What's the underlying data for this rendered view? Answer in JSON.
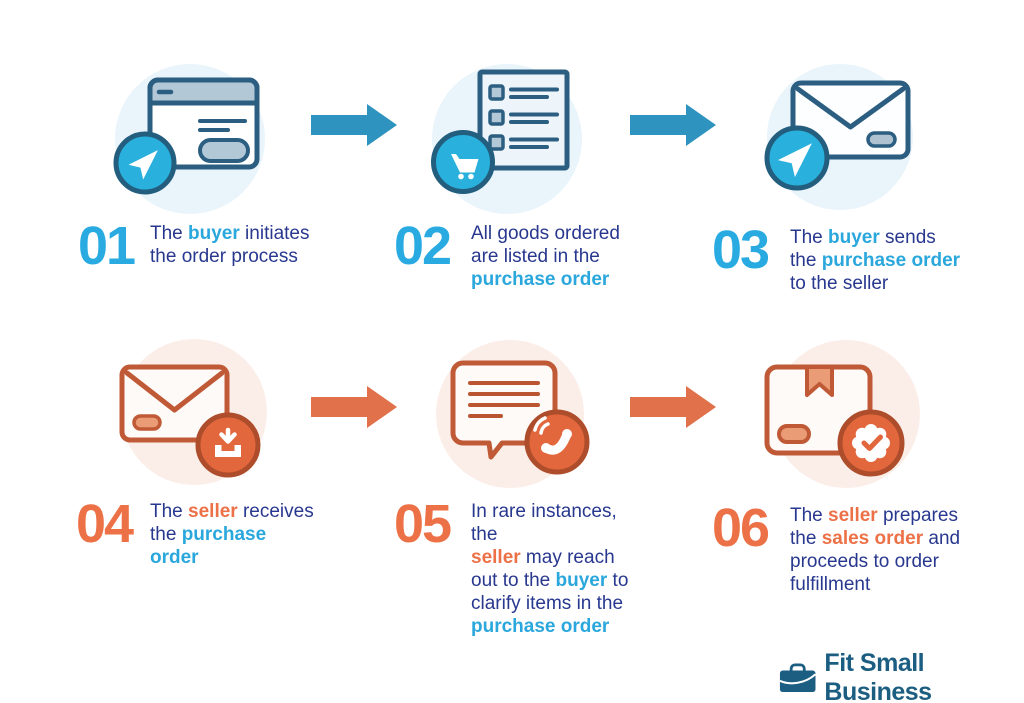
{
  "infographic": {
    "topic": "Purchase order process",
    "colors": {
      "background": "#ffffff",
      "navy_text": "#28388F",
      "blue_highlight": "#2AA7DC",
      "blue_number": "#29ABE2",
      "orange_highlight": "#ED7147",
      "arrow_blue": "#2E93BF",
      "arrow_orange": "#E0714B",
      "teal_circle": "#29B0DD",
      "teal_circle_border": "#235E7E",
      "blue_icon_stroke": "#2B5E80",
      "blue_icon_light_fill": "#B3C8D6",
      "blue_bg_circle": "#E9F4FB",
      "orange_icon_stroke": "#C05A36",
      "orange_icon_light_fill": "#E99C76",
      "orange_circle": "#E2673D",
      "orange_circle_border": "#AE4D2B",
      "orange_bg_circle": "#FBEEE8",
      "brand_color": "#1C5E82"
    },
    "steps": [
      {
        "number": "01",
        "theme": "blue",
        "icon": "browser-click-icon",
        "segments": [
          {
            "t": "The ",
            "s": "navy"
          },
          {
            "t": "buyer",
            "s": "blue"
          },
          {
            "t": " initiates",
            "s": "navy"
          },
          {
            "br": true
          },
          {
            "t": "the order process",
            "s": "navy"
          }
        ]
      },
      {
        "number": "02",
        "theme": "blue",
        "icon": "order-list-cart-icon",
        "segments": [
          {
            "t": "All goods ordered",
            "s": "navy"
          },
          {
            "br": true
          },
          {
            "t": "are listed in the",
            "s": "navy"
          },
          {
            "br": true
          },
          {
            "t": "purchase order",
            "s": "blue"
          }
        ]
      },
      {
        "number": "03",
        "theme": "blue",
        "icon": "send-email-icon",
        "segments": [
          {
            "t": "The ",
            "s": "navy"
          },
          {
            "t": "buyer",
            "s": "blue"
          },
          {
            "t": " sends",
            "s": "navy"
          },
          {
            "br": true
          },
          {
            "t": "the ",
            "s": "navy"
          },
          {
            "t": "purchase order",
            "s": "blue"
          },
          {
            "br": true
          },
          {
            "t": "to the seller",
            "s": "navy"
          }
        ]
      },
      {
        "number": "04",
        "theme": "orange",
        "icon": "receive-email-icon",
        "segments": [
          {
            "t": "The ",
            "s": "navy"
          },
          {
            "t": "seller",
            "s": "orange"
          },
          {
            "t": " receives",
            "s": "navy"
          },
          {
            "br": true
          },
          {
            "t": "the ",
            "s": "navy"
          },
          {
            "t": "purchase order",
            "s": "blue"
          }
        ]
      },
      {
        "number": "05",
        "theme": "orange",
        "icon": "chat-phone-icon",
        "segments": [
          {
            "t": "In rare instances, the",
            "s": "navy"
          },
          {
            "br": true
          },
          {
            "t": "seller",
            "s": "orange"
          },
          {
            "t": " may reach",
            "s": "navy"
          },
          {
            "br": true
          },
          {
            "t": "out to the ",
            "s": "navy"
          },
          {
            "t": "buyer",
            "s": "blue"
          },
          {
            "t": " to",
            "s": "navy"
          },
          {
            "br": true
          },
          {
            "t": "clarify items in the",
            "s": "navy"
          },
          {
            "br": true
          },
          {
            "t": "purchase order",
            "s": "blue"
          }
        ]
      },
      {
        "number": "06",
        "theme": "orange",
        "icon": "package-check-icon",
        "segments": [
          {
            "t": "The ",
            "s": "navy"
          },
          {
            "t": "seller",
            "s": "orange"
          },
          {
            "t": " prepares",
            "s": "navy"
          },
          {
            "br": true
          },
          {
            "t": "the ",
            "s": "navy"
          },
          {
            "t": "sales order",
            "s": "orange"
          },
          {
            "t": " and",
            "s": "navy"
          },
          {
            "br": true
          },
          {
            "t": "proceeds to order",
            "s": "navy"
          },
          {
            "br": true
          },
          {
            "t": "fulfillment",
            "s": "navy"
          }
        ]
      }
    ],
    "arrows": [
      {
        "name": "arrow-1",
        "direction": "right",
        "color": "#2E93BF"
      },
      {
        "name": "arrow-2",
        "direction": "right",
        "color": "#2E93BF"
      },
      {
        "name": "arrow-3",
        "direction": "right",
        "color": "#E0714B"
      },
      {
        "name": "arrow-4",
        "direction": "right",
        "color": "#E0714B"
      }
    ],
    "footer": {
      "brand": "Fit Small Business",
      "brand_icon": "briefcase-icon"
    }
  }
}
